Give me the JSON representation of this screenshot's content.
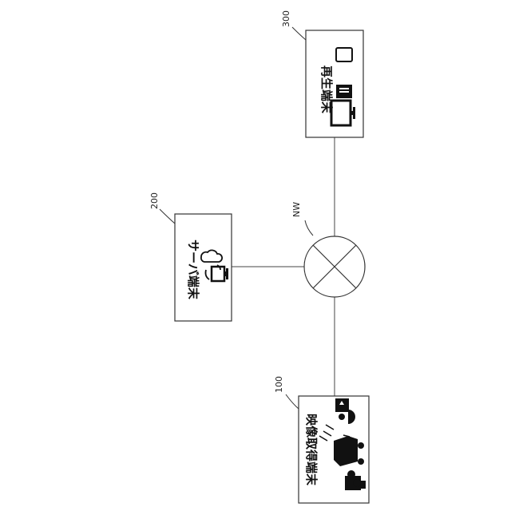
{
  "nodes": {
    "image_terminal": {
      "ref": "100",
      "label": "映像取得端末"
    },
    "server_terminal": {
      "ref": "200",
      "label": "サーバ端末"
    },
    "playback_terminal": {
      "ref": "300",
      "label": "再生端末"
    }
  },
  "network": {
    "label": "NW"
  }
}
